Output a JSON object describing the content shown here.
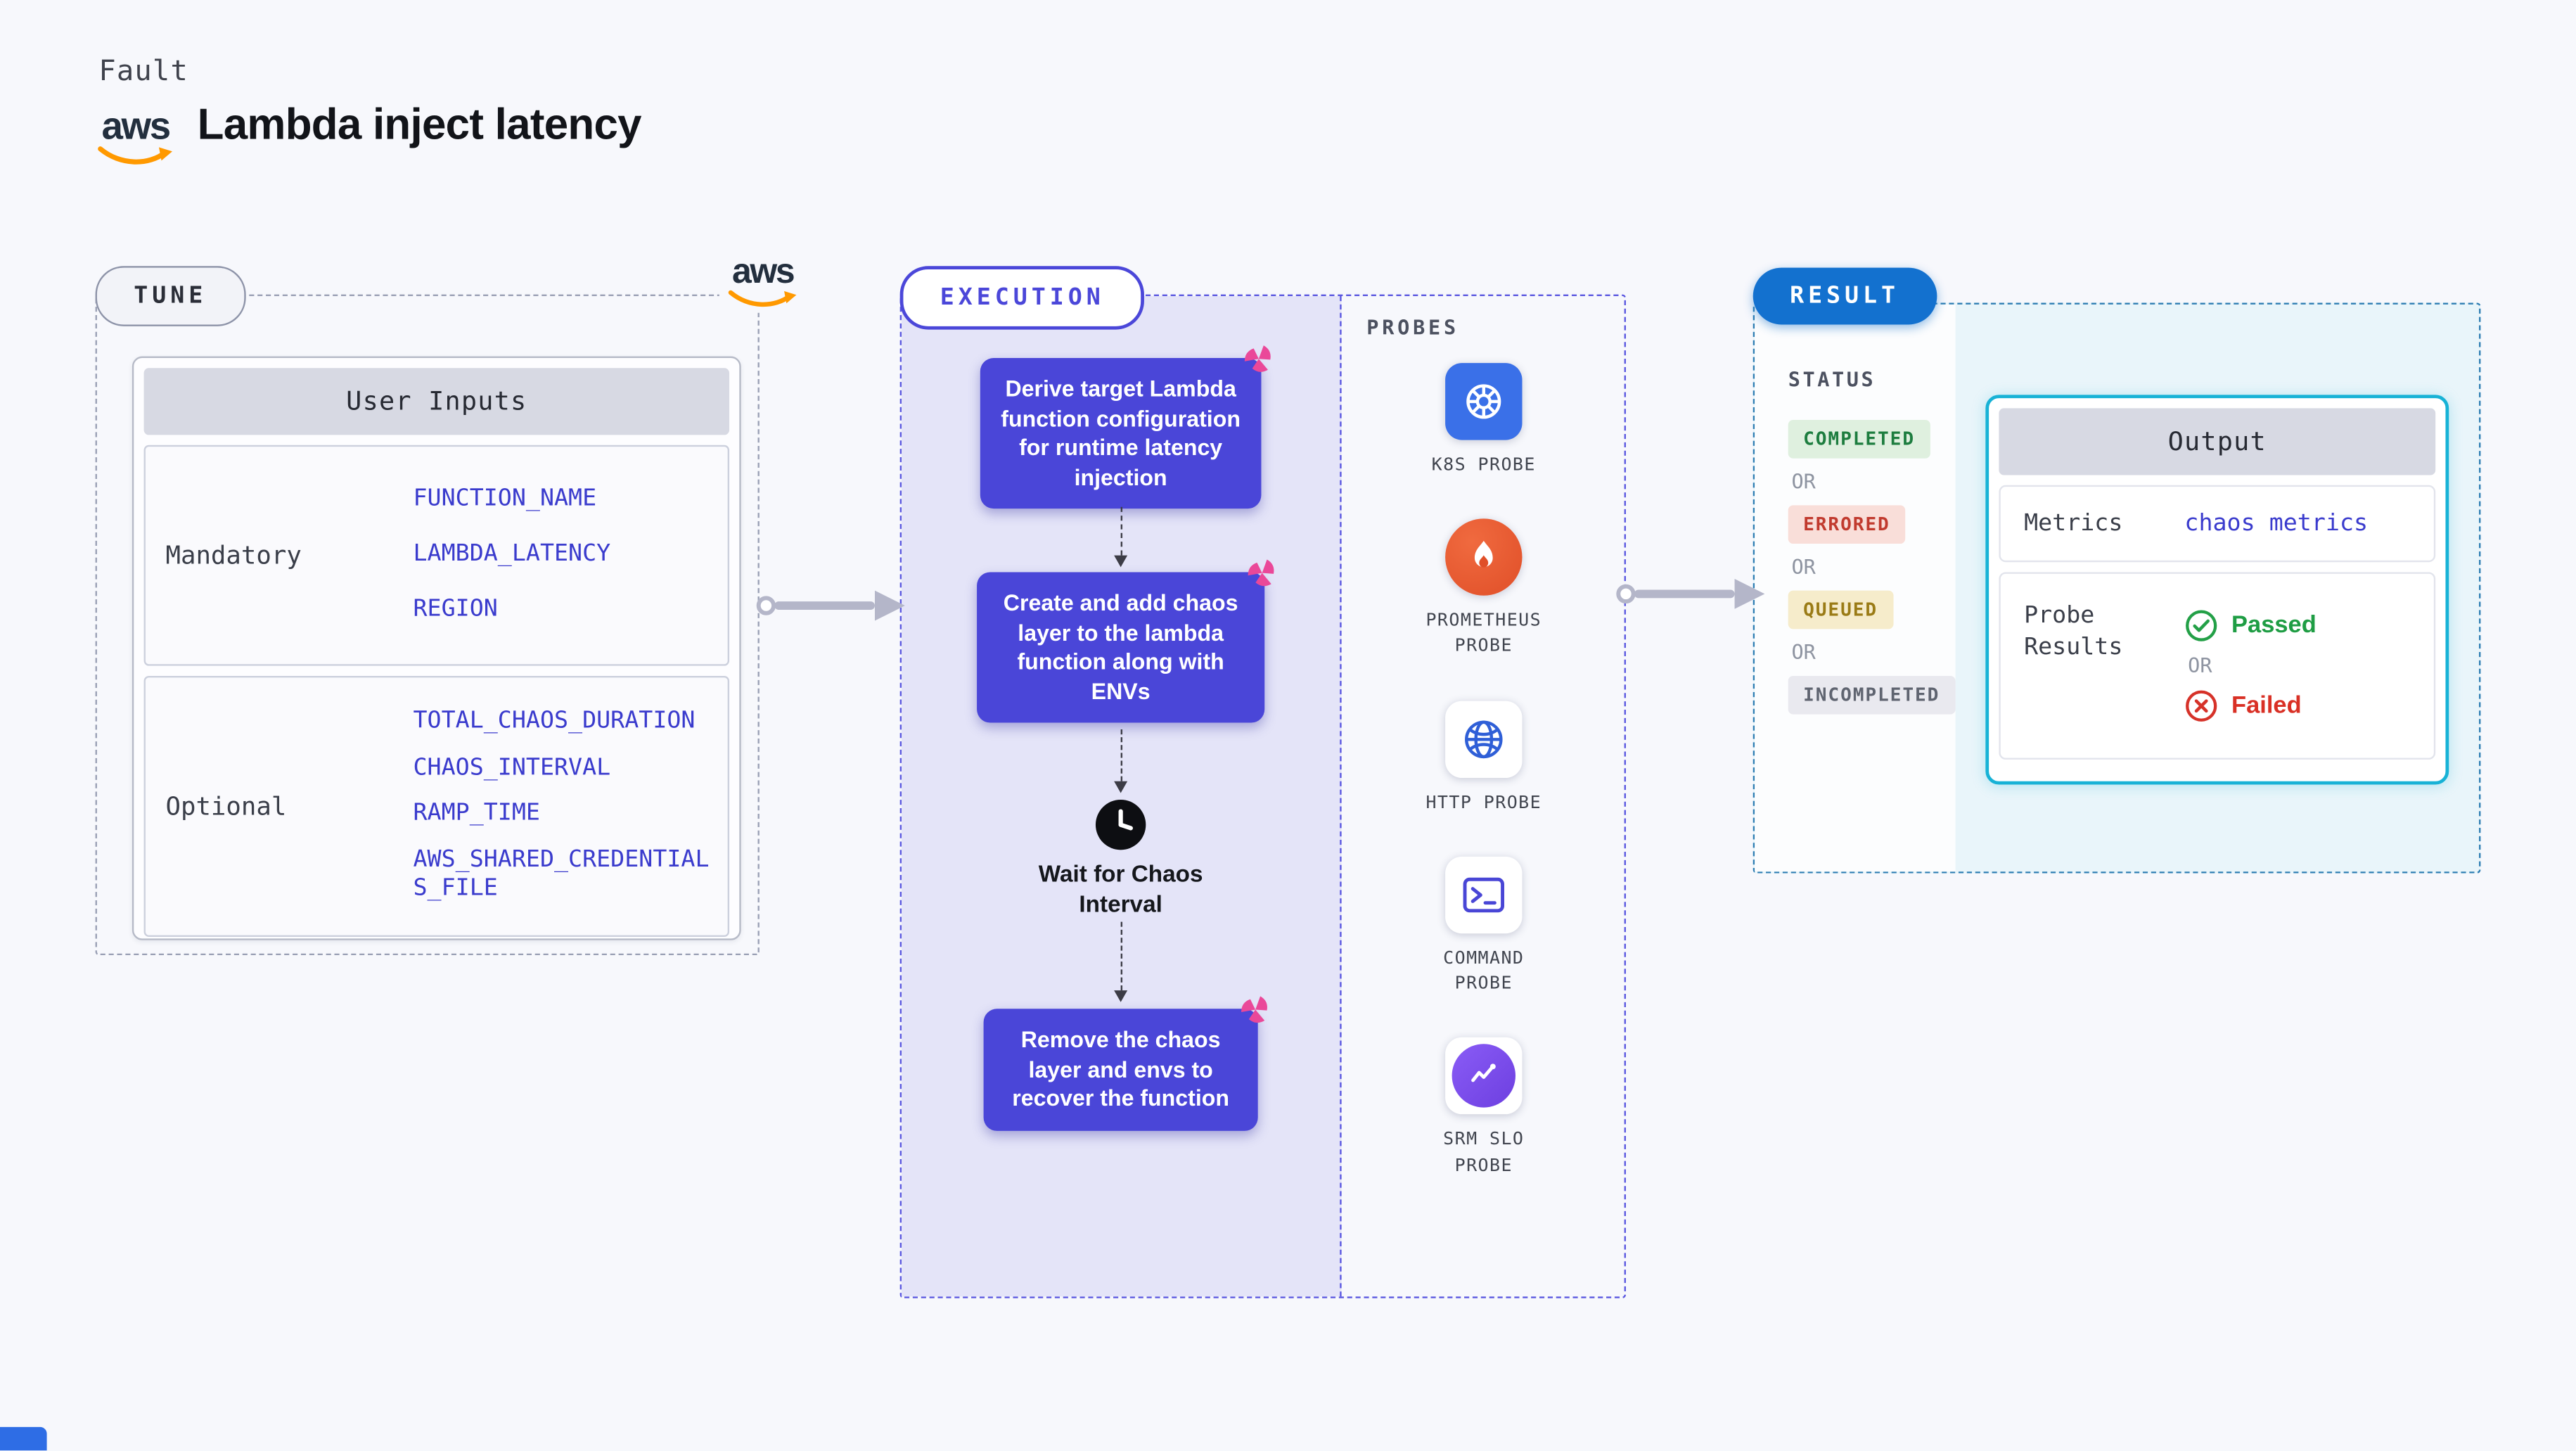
{
  "brand": {
    "aws_text": "aws"
  },
  "header": {
    "kicker": "Fault",
    "title": "Lambda inject latency"
  },
  "tune": {
    "label": "TUNE",
    "user_inputs": {
      "header": "User Inputs",
      "rows": [
        {
          "label": "Mandatory",
          "values": [
            "FUNCTION_NAME",
            "LAMBDA_LATENCY",
            "REGION"
          ]
        },
        {
          "label": "Optional",
          "values": [
            "TOTAL_CHAOS_DURATION",
            "CHAOS_INTERVAL",
            "RAMP_TIME",
            "AWS_SHARED_CREDENTIALS_FILE"
          ]
        }
      ]
    }
  },
  "execution": {
    "label": "EXECUTION",
    "steps": [
      {
        "text": "Derive target Lambda function configuration for runtime latency injection"
      },
      {
        "text": "Create and add chaos layer to the lambda function along with ENVs"
      },
      {
        "text": "Remove the chaos layer and envs to recover the function"
      }
    ],
    "wait_label": "Wait for Chaos Interval",
    "probes": {
      "label": "PROBES",
      "items": [
        {
          "name": "K8S PROBE",
          "icon": "kubernetes-icon"
        },
        {
          "name": "PROMETHEUS PROBE",
          "icon": "prometheus-icon"
        },
        {
          "name": "HTTP PROBE",
          "icon": "http-globe-icon"
        },
        {
          "name": "COMMAND PROBE",
          "icon": "terminal-icon"
        },
        {
          "name": "SRM SLO PROBE",
          "icon": "srm-slo-icon"
        }
      ]
    }
  },
  "result": {
    "label": "RESULT",
    "status": {
      "label": "STATUS",
      "separator": "OR",
      "badges": [
        {
          "text": "COMPLETED",
          "type": "completed",
          "color": "#1d7d3f",
          "bg": "#dff0df"
        },
        {
          "text": "ERRORED",
          "type": "errored",
          "color": "#c13a2e",
          "bg": "#f9ded9"
        },
        {
          "text": "QUEUED",
          "type": "queued",
          "color": "#9a7b16",
          "bg": "#f6eccb"
        },
        {
          "text": "INCOMPLETED",
          "type": "incompleted",
          "color": "#5f6470",
          "bg": "#e9e9ef"
        }
      ]
    },
    "output": {
      "header": "Output",
      "metrics_label": "Metrics",
      "metrics_value": "chaos metrics",
      "probe_results_label": "Probe Results",
      "passed_label": "Passed",
      "separator": "OR",
      "failed_label": "Failed"
    }
  },
  "colors": {
    "page_bg": "#f7f8fc",
    "flow_box": "#4a46d8",
    "execution_border": "#5a57e0",
    "execution_panel": "#e4e4f8",
    "result_border": "#2e7eb3",
    "result_bg": "#e9f5fa",
    "result_pill": "#1371cf",
    "output_border": "#17b2d6",
    "env_value": "#3a3bcd",
    "arrow": "#b4b6c9",
    "pinwheel": "#ea4899",
    "aws_orange": "#ff9900",
    "passed": "#1f9d44",
    "failed": "#d93025"
  }
}
